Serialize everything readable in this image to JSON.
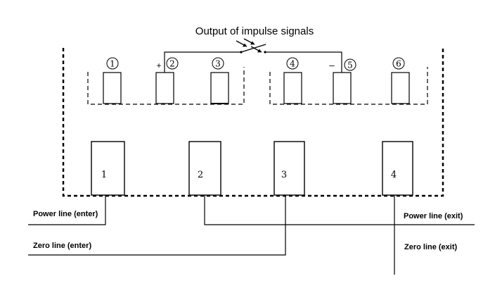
{
  "diagram": {
    "title": "Output of impulse signals",
    "upper_terminals": [
      {
        "label": "1",
        "sign": ""
      },
      {
        "label": "2",
        "sign": "+"
      },
      {
        "label": "3",
        "sign": ""
      },
      {
        "label": "4",
        "sign": ""
      },
      {
        "label": "5",
        "sign": "–"
      },
      {
        "label": "6",
        "sign": ""
      }
    ],
    "main_terminals": [
      {
        "label": "1"
      },
      {
        "label": "2"
      },
      {
        "label": "3"
      },
      {
        "label": "4"
      }
    ],
    "lines": {
      "power_enter": "Power line (enter)",
      "power_exit": "Power line (exit)",
      "zero_enter": "Zero line (enter)",
      "zero_exit": "Zero line (exit)"
    }
  }
}
